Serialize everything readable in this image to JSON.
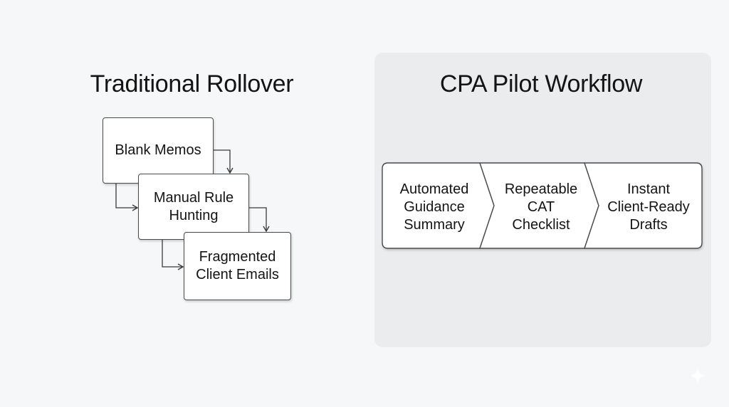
{
  "left": {
    "title": "Traditional Rollover",
    "steps": [
      "Blank Memos",
      "Manual Rule\nHunting",
      "Fragmented\nClient Emails"
    ]
  },
  "right": {
    "title": "CPA Pilot Workflow",
    "steps": [
      "Automated\nGuidance\nSummary",
      "Repeatable\nCAT\nChecklist",
      "Instant\nClient-Ready\nDrafts"
    ]
  },
  "colors": {
    "background": "#f6f7f8",
    "panel": "#ebecee",
    "stroke": "#4a4a4a",
    "box_fill": "#ffffff"
  },
  "icons": {
    "corner": "sparkle-icon"
  }
}
